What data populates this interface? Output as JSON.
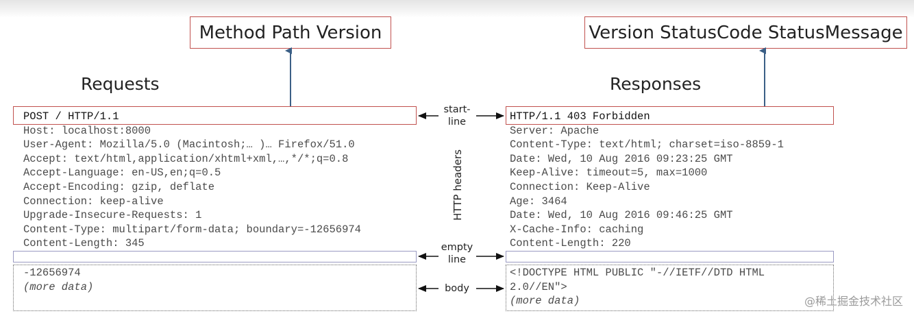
{
  "request": {
    "format_label": "Method Path Version",
    "title": "Requests",
    "start_line": "POST / HTTP/1.1",
    "headers": [
      "Host: localhost:8000",
      "User-Agent: Mozilla/5.0 (Macintosh;… )… Firefox/51.0",
      "Accept: text/html,application/xhtml+xml,…,*/*;q=0.8",
      "Accept-Language: en-US,en;q=0.5",
      "Accept-Encoding: gzip, deflate",
      "Connection: keep-alive",
      "Upgrade-Insecure-Requests: 1",
      "Content-Type: multipart/form-data; boundary=-12656974",
      "Content-Length: 345"
    ],
    "body": [
      "-12656974",
      "(more data)"
    ]
  },
  "response": {
    "format_label": "Version StatusCode StatusMessage",
    "title": "Responses",
    "start_line": "HTTP/1.1 403 Forbidden",
    "headers": [
      "Server: Apache",
      "Content-Type: text/html; charset=iso-8859-1",
      "Date: Wed, 10 Aug 2016 09:23:25 GMT",
      "Keep-Alive: timeout=5, max=1000",
      "Connection: Keep-Alive",
      "Age: 3464",
      "Date: Wed, 10 Aug 2016 09:46:25 GMT",
      "X-Cache-Info: caching",
      "Content-Length: 220"
    ],
    "body": [
      "<!DOCTYPE HTML PUBLIC \"-//IETF//DTD HTML",
      "2.0//EN\">",
      "(more data)"
    ]
  },
  "labels": {
    "start_line": [
      "start-",
      "line"
    ],
    "http_headers": "HTTP headers",
    "empty_line": [
      "empty",
      "line"
    ],
    "body": "body"
  },
  "watermark": "@稀土掘金技术社区",
  "colors": {
    "box_border": "#c0504d",
    "arrow": "#3b5f86",
    "empty_line_border": "#9a9ac2"
  }
}
